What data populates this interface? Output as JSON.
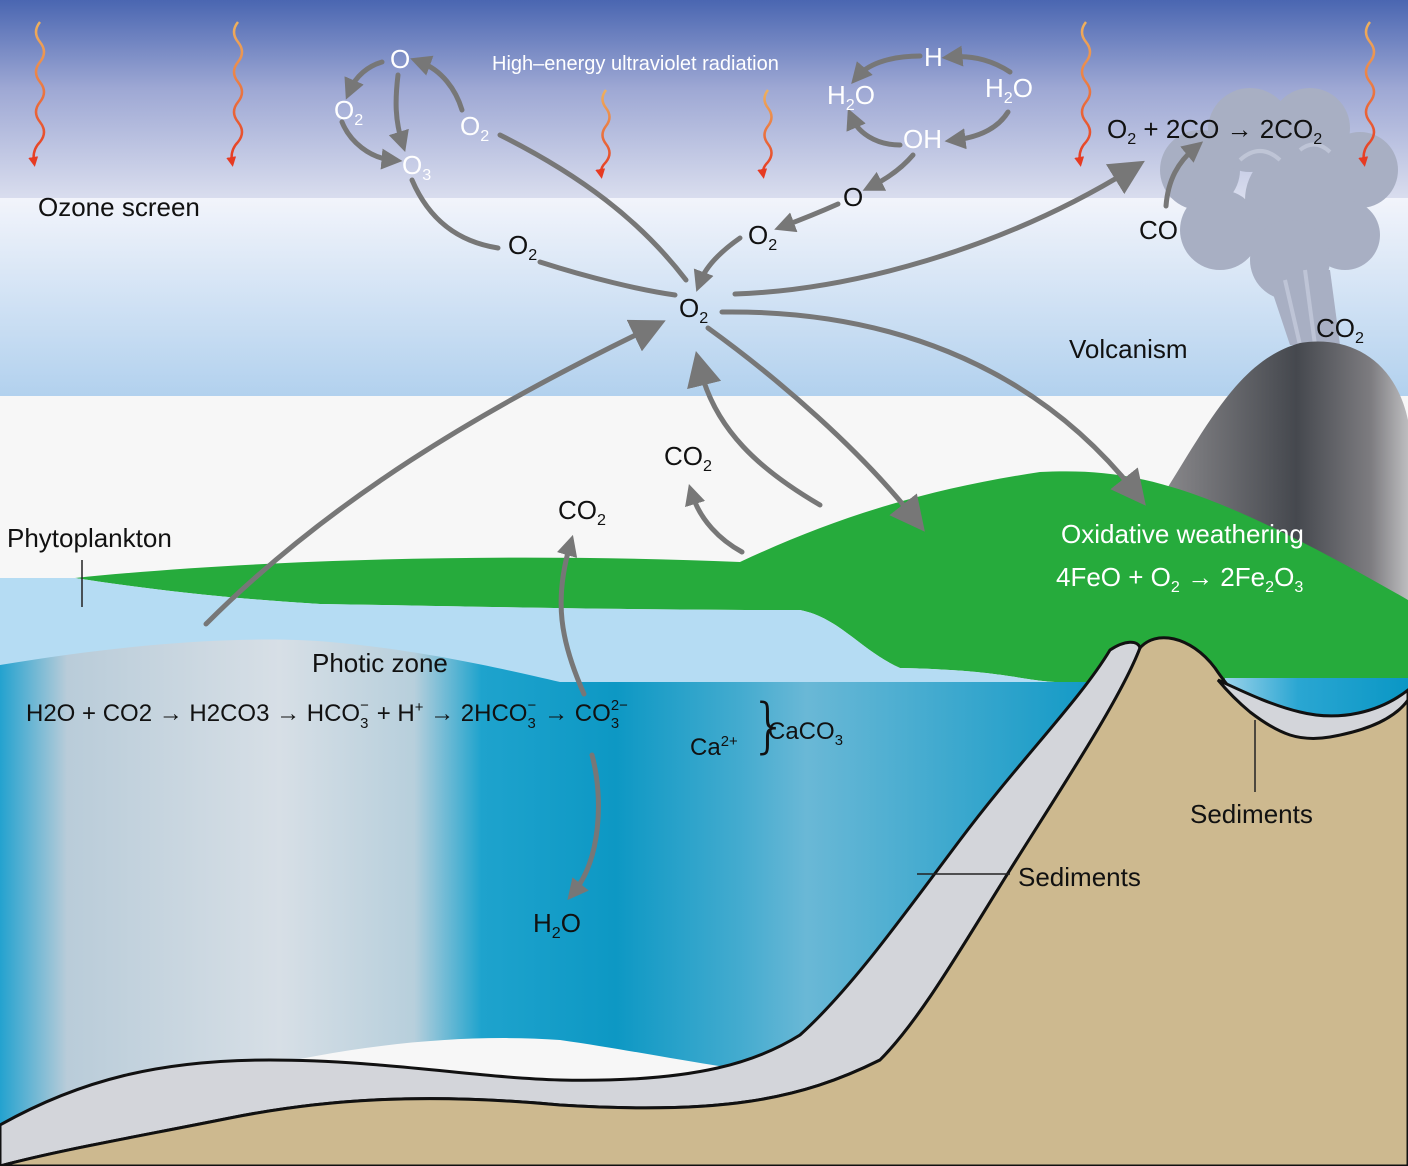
{
  "title": "Earth's oxygen cycle: atmosphere, ocean and crust",
  "colors": {
    "sky_top": "#4a66b1",
    "sky_mid": "#c7cde6",
    "ozone_band": "#f0f3fa",
    "lower_sky": "#b4d3ee",
    "haze": "#f7f7f7",
    "land_green": "#26ab3c",
    "shallow_water": "#b5dcf3",
    "deep_water": "#0f9ac4",
    "sediment": "#d5d7dc",
    "bedrock": "#cdb98f",
    "volcano": "#4a4c52",
    "plume": "#a9b0c4",
    "arrow_gray": "#777777",
    "uv_red": "#e63a22",
    "uv_orange": "#eeb15e"
  },
  "labels": {
    "ozone_screen": "Ozone screen",
    "uv_radiation": "High–energy ultraviolet radiation",
    "volcanism": "Volcanism",
    "phytoplankton": "Phytoplankton",
    "photic_zone": "Photic zone",
    "oxidative_weathering": "Oxidative weathering",
    "sediments_1": "Sediments",
    "sediments_2": "Sediments"
  },
  "ozone_cycle": {
    "o_top": "O",
    "o2_left": "O",
    "o2_left_sub": "2",
    "o3": "O",
    "o3_sub": "3",
    "o2_right": "O",
    "o2_right_sub": "2",
    "o2_bottom": "O",
    "o2_bottom_sub": "2"
  },
  "water_cycle": {
    "h": "H",
    "h2o_left_a": "H",
    "h2o_left_sub": "2",
    "h2o_left_b": "O",
    "h2o_right_a": "H",
    "h2o_right_sub": "2",
    "h2o_right_b": "O",
    "oh": "OH",
    "o": "O",
    "o2": "O",
    "o2_sub": "2"
  },
  "center_o2": {
    "main": "O",
    "sub": "2"
  },
  "volcano_eq": {
    "o2": "O",
    "o2_sub": "2",
    "plus_2co": " + 2CO → 2CO",
    "co2_sub": "2",
    "co": "CO",
    "vent_co2": "CO",
    "vent_co2_sub": "2"
  },
  "land_co2": [
    {
      "main": "CO",
      "sub": "2"
    },
    {
      "main": "CO",
      "sub": "2"
    }
  ],
  "weathering_eq": {
    "part1": "4FeO + O",
    "sub1": "2",
    "part2": " → 2Fe",
    "sub2": "2",
    "part3": "O",
    "sub3": "3"
  },
  "carbonate_eq": {
    "part1": "H2O + CO2 → H2CO3 → HCO",
    "sub1": "3",
    "sup1": "−",
    "part2": " + H",
    "sup2": "+",
    "part3": " → 2HCO",
    "sub3": "3",
    "sup3": "−",
    "part4": " → CO",
    "sub4": "3",
    "sup4": "2−",
    "ca": "Ca",
    "ca_sup": "2+",
    "product": "CaCO",
    "product_sub": "3"
  },
  "h2o_bottom": {
    "a": "H",
    "sub": "2",
    "b": "O"
  }
}
